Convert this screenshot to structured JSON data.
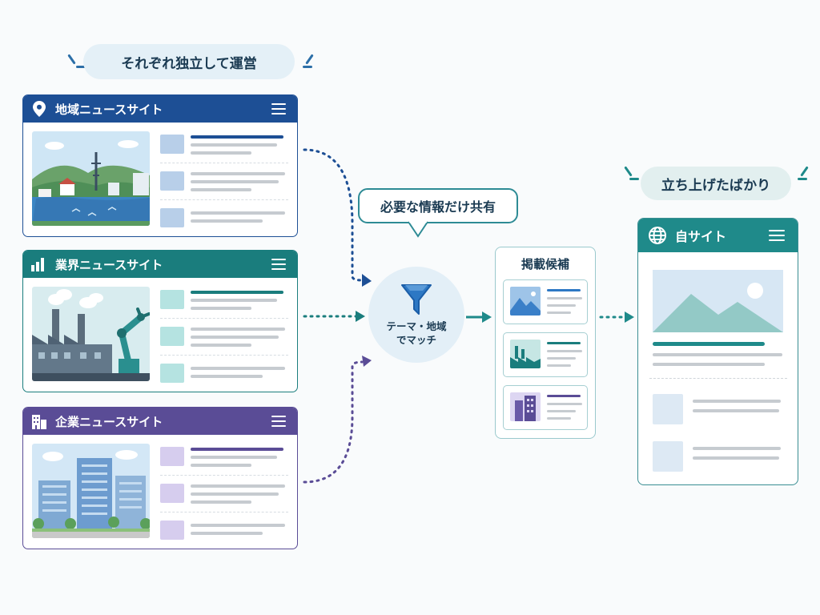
{
  "top_pill": {
    "label": "それぞれ独立して運営"
  },
  "sites": [
    {
      "title": "地域ニュースサイト",
      "icon": "map-pin-icon",
      "color": "#1d4f95",
      "tint": "#b8cfe9"
    },
    {
      "title": "業界ニュースサイト",
      "icon": "bar-chart-icon",
      "color": "#1a7d7d",
      "tint": "#b5e3e1"
    },
    {
      "title": "企業ニュースサイト",
      "icon": "building-icon",
      "color": "#5a4c96",
      "tint": "#d6cdee"
    }
  ],
  "share_bubble": {
    "label": "必要な情報だけ共有"
  },
  "filter": {
    "label_line1": "テーマ・地域",
    "label_line2": "でマッチ"
  },
  "candidates": {
    "title": "掲載候補"
  },
  "own_pill": {
    "label": "立ち上げたばかり"
  },
  "own_site": {
    "title": "自サイト",
    "icon": "globe-icon"
  },
  "colors": {
    "blue": "#1d4f95",
    "teal": "#1a7d7d",
    "purple": "#5a4c96",
    "arrow_teal": "#1f8a8a"
  }
}
